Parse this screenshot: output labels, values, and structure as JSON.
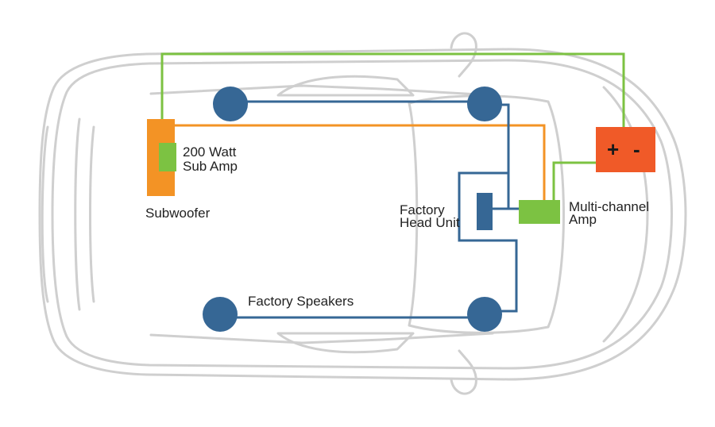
{
  "colors": {
    "car_outline": "#cfcfcf",
    "speaker": "#366795",
    "speaker_wire": "#366795",
    "power_wire": "#7cc242",
    "signal_wire": "#f39325",
    "battery": "#f05a28",
    "sub_amp": "#7cc242",
    "subwoofer": "#f39325",
    "head_unit": "#366795",
    "multi_amp": "#7cc242"
  },
  "labels": {
    "sub_amp_line1": "200 Watt",
    "sub_amp_line2": "Sub Amp",
    "subwoofer": "Subwoofer",
    "head_unit_line1": "Factory",
    "head_unit_line2": "Head Unit",
    "multi_amp_line1": "Multi-channel",
    "multi_amp_line2": "Amp",
    "speakers": "Factory Speakers",
    "battery_plus": "+",
    "battery_minus": "-"
  }
}
